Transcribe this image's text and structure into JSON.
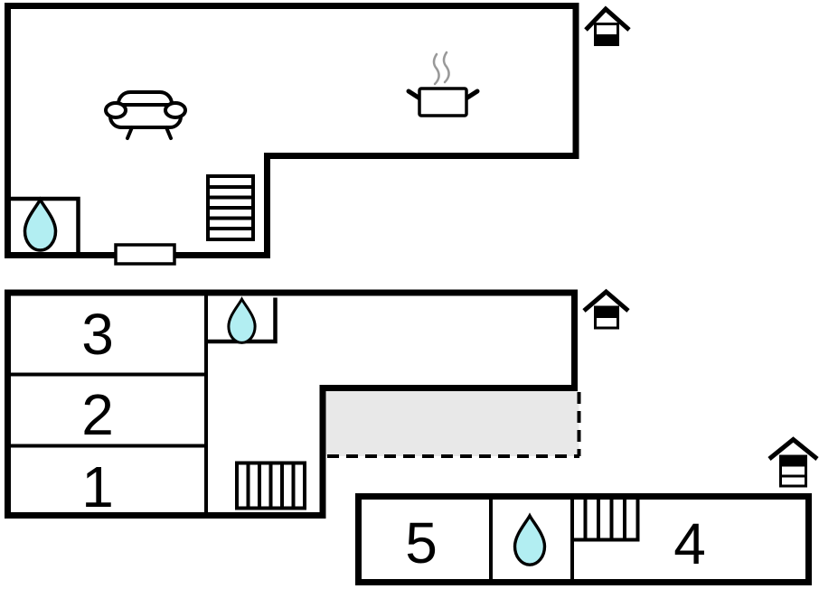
{
  "colors": {
    "wall": "#000000",
    "water": "#b2eef2",
    "terrace": "#e8e8e8",
    "steam": "#999999"
  },
  "floors": [
    {
      "id": "ground-floor",
      "level_icon": "house-2-storey-lower-level-highlighted",
      "features": [
        "sofa",
        "cooking-pot",
        "water-drop-bathroom",
        "stairs",
        "window-opening"
      ]
    },
    {
      "id": "first-floor",
      "level_icon": "house-2-storey-upper-level-highlighted",
      "rooms": [
        "3",
        "2",
        "1"
      ],
      "features": [
        "water-drop-bathroom",
        "stairs",
        "terrace-dashed"
      ]
    },
    {
      "id": "annex-floor",
      "level_icon": "house-3-storey-top-level-highlighted",
      "rooms": [
        "5",
        "4"
      ],
      "features": [
        "water-drop-bathroom",
        "stairs"
      ]
    }
  ],
  "room_labels": {
    "r1": "1",
    "r2": "2",
    "r3": "3",
    "r4": "4",
    "r5": "5"
  }
}
